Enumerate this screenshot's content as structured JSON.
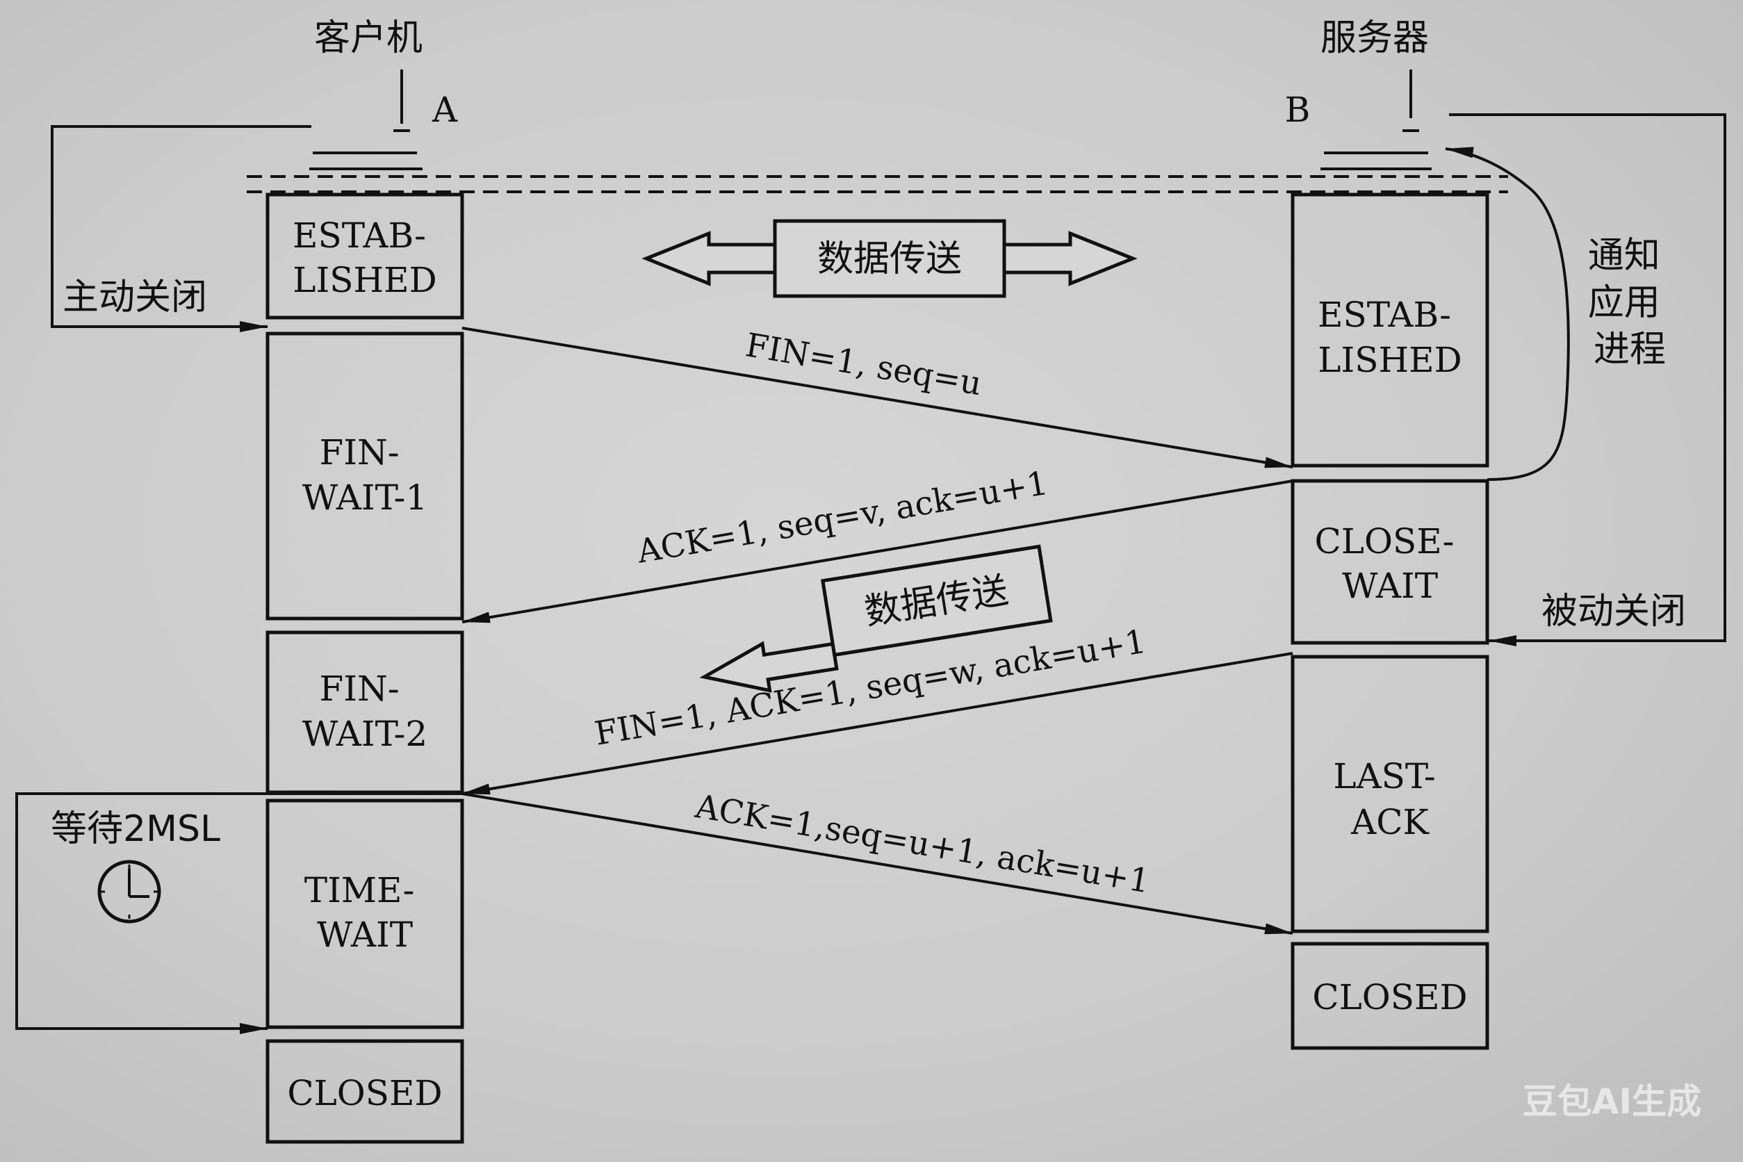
{
  "client": {
    "title": "客户机",
    "label": "A"
  },
  "server": {
    "title": "服务器",
    "label": "B"
  },
  "client_states": [
    {
      "line1": "ESTAB-",
      "line2": "LISHED"
    },
    {
      "line1": "FIN-",
      "line2": "WAIT-1"
    },
    {
      "line1": "FIN-",
      "line2": "WAIT-2"
    },
    {
      "line1": "TIME-",
      "line2": "WAIT"
    },
    {
      "line1": "CLOSED",
      "line2": ""
    }
  ],
  "server_states": [
    {
      "line1": "ESTAB-",
      "line2": "LISHED"
    },
    {
      "line1": "CLOSE-",
      "line2": "WAIT"
    },
    {
      "line1": "LAST-",
      "line2": "ACK"
    },
    {
      "line1": "CLOSED",
      "line2": ""
    }
  ],
  "messages": [
    "FIN=1, seq=u",
    "ACK=1, seq=v, ack=u+1",
    "FIN=1, ACK=1, seq=w, ack=u+1",
    "ACK=1,seq=u+1, ack=u+1"
  ],
  "data_transfer_1": "数据传送",
  "data_transfer_2": "数据传送",
  "active_close": "主动关闭",
  "passive_close": "被动关闭",
  "notify_app": [
    "通知",
    "应用",
    "进程"
  ],
  "wait_2msl": "等待2MSL",
  "clock_icon": "clock-icon",
  "watermark": "豆包AI生成"
}
